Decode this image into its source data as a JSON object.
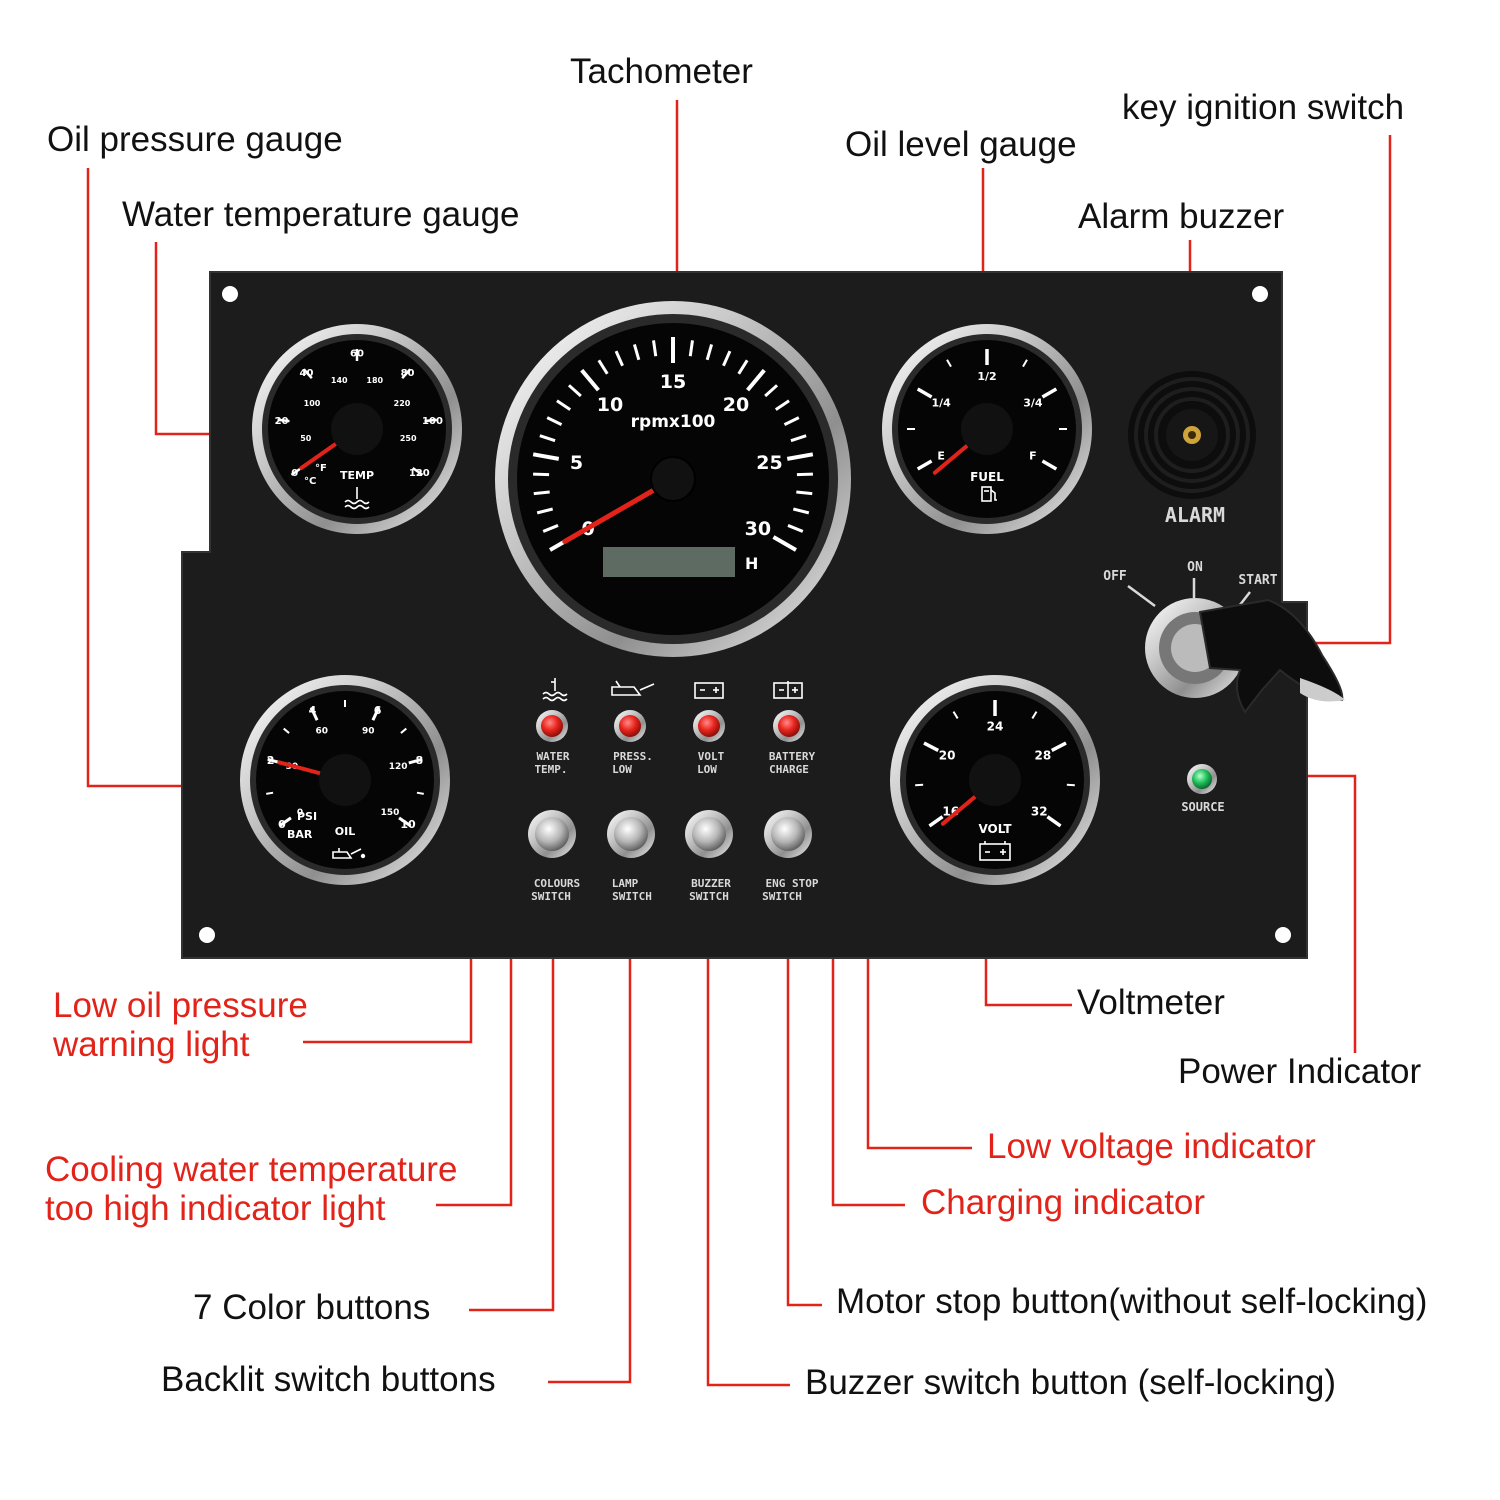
{
  "callouts": {
    "oil_pressure_gauge": "Oil pressure gauge",
    "water_temperature_gauge": "Water temperature gauge",
    "tachometer": "Tachometer",
    "oil_level_gauge": "Oil level gauge",
    "key_ignition_switch": "key ignition switch",
    "alarm_buzzer": "Alarm buzzer",
    "voltmeter": "Voltmeter",
    "power_indicator": "Power Indicator",
    "low_oil_pressure_light": [
      "Low oil pressure",
      "warning light"
    ],
    "cooling_water_light": [
      "Cooling water temperature",
      "too high indicator light"
    ],
    "seven_color_buttons": "7 Color buttons",
    "backlit_switch_buttons": "Backlit switch buttons",
    "low_voltage_indicator": "Low voltage indicator",
    "charging_indicator": "Charging indicator",
    "motor_stop_button": "Motor stop button(without self-locking)",
    "buzzer_switch_button": "Buzzer switch button (self-locking)"
  },
  "panel": {
    "alarm_label": "ALARM",
    "source_label": "SOURCE",
    "key_positions": [
      "OFF",
      "ON",
      "START"
    ],
    "warning_lights": [
      {
        "line1": "WATER",
        "line2": "TEMP."
      },
      {
        "line1": "PRESS.",
        "line2": "LOW"
      },
      {
        "line1": "VOLT",
        "line2": "LOW"
      },
      {
        "line1": "BATTERY",
        "line2": "CHARGE"
      }
    ],
    "switches": [
      {
        "line1": "COLOURS",
        "line2": "SWITCH"
      },
      {
        "line1": "LAMP",
        "line2": "SWITCH"
      },
      {
        "line1": "BUZZER",
        "line2": "SWITCH"
      },
      {
        "line1": "ENG STOP",
        "line2": "SWITCH"
      }
    ]
  },
  "gauges": {
    "tachometer": {
      "unit": "rpmx100",
      "hour_marker": "H",
      "scale": [
        "0",
        "5",
        "10",
        "15",
        "20",
        "25",
        "30"
      ],
      "needle_value": 0
    },
    "temperature": {
      "label": "TEMP",
      "unit_c": "°C",
      "unit_f": "°F",
      "celsius_scale": [
        "0",
        "20",
        "40",
        "60",
        "80",
        "100",
        "120"
      ],
      "fahrenheit_scale": [
        "50",
        "100",
        "140",
        "180",
        "220",
        "250"
      ]
    },
    "fuel": {
      "label": "FUEL",
      "scale": [
        "E",
        "1/4",
        "1/2",
        "3/4",
        "F"
      ]
    },
    "oil_pressure": {
      "label": "OIL",
      "unit_psi": "PSI",
      "unit_bar": "BAR",
      "bar_scale": [
        "0",
        "2",
        "4",
        "6",
        "8",
        "10"
      ],
      "psi_scale": [
        "0",
        "30",
        "60",
        "90",
        "120",
        "150"
      ]
    },
    "voltmeter": {
      "label": "VOLT",
      "scale": [
        "16",
        "20",
        "24",
        "28",
        "32"
      ]
    }
  }
}
